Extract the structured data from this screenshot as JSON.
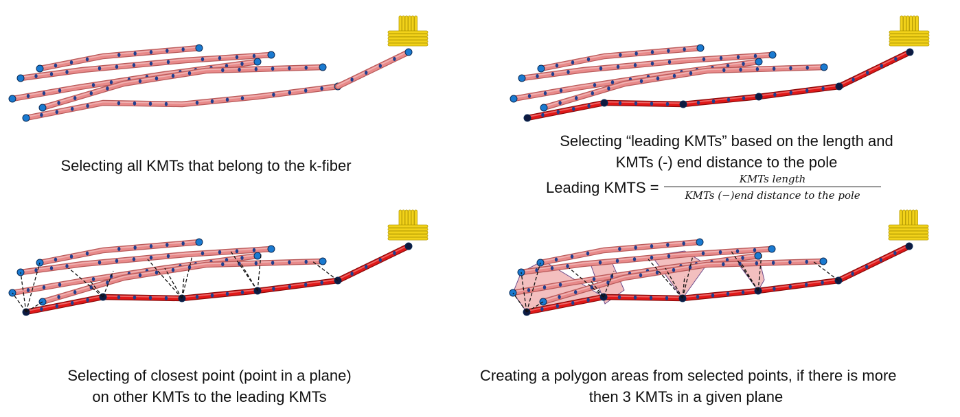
{
  "panels": [
    {
      "id": "top-left",
      "caption_lines": [
        "Selecting all KMTs that belong to the k-fiber"
      ],
      "leading": false,
      "connectors": false,
      "polygons": false
    },
    {
      "id": "top-right",
      "caption_lines": [
        "Selecting “leading KMTs” based on the length and",
        "KMTs (-) end distance to the pole"
      ],
      "leading": true,
      "connectors": false,
      "polygons": false
    },
    {
      "id": "bottom-left",
      "caption_lines": [
        "Selecting  of closest point (point in a plane)",
        "on other KMTs to the leading KMTs"
      ],
      "leading": true,
      "connectors": true,
      "polygons": false
    },
    {
      "id": "bottom-right",
      "caption_lines": [
        "Creating a polygon areas from selected points, if there is more",
        "then 3 KMTs in a given plane"
      ],
      "leading": true,
      "connectors": true,
      "polygons": true
    }
  ],
  "formula": {
    "lhs": "Leading KMTS =",
    "numerator": "KMTs length",
    "denominator": "KMTs (−)end distance to the pole"
  },
  "colors": {
    "kmt_fill": "#e88a8a",
    "kmt_stroke": "#b85a5a",
    "leading_fill": "#e01818",
    "leading_stroke": "#8a0a0a",
    "end_point": "#1a7ad0",
    "leading_point": "#0e1a40",
    "pole": "#f2d21a",
    "pole_stroke": "#b49a00",
    "polygon": "#e98a8a"
  },
  "icons": [
    "pole-icon",
    "kmt-end-point"
  ]
}
